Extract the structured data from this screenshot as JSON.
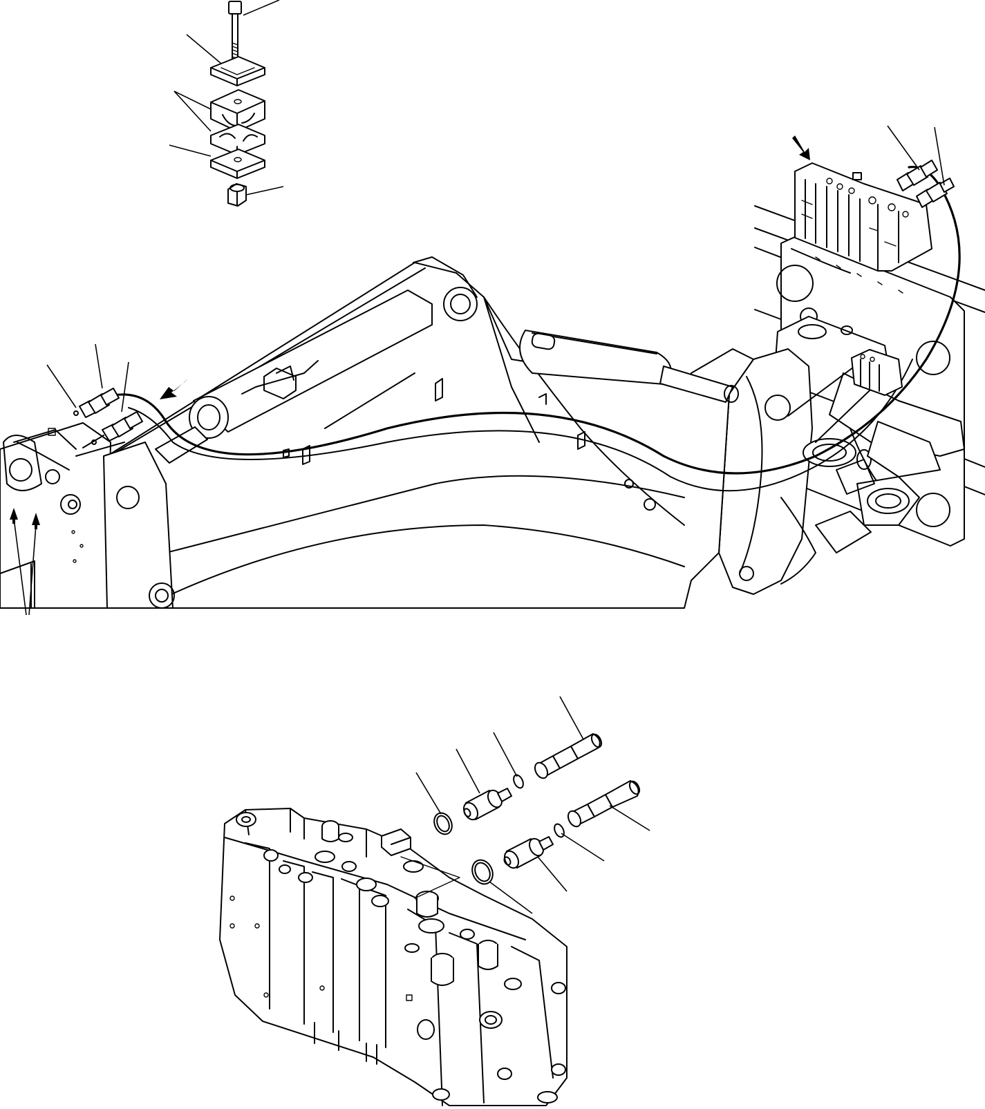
{
  "diagram": {
    "background": "#ffffff",
    "ink": "#000000",
    "views": [
      {
        "name": "clamp-assembly-detail"
      },
      {
        "name": "boom-hose-routing-view"
      },
      {
        "name": "control-valve-fitting-detail"
      }
    ]
  }
}
